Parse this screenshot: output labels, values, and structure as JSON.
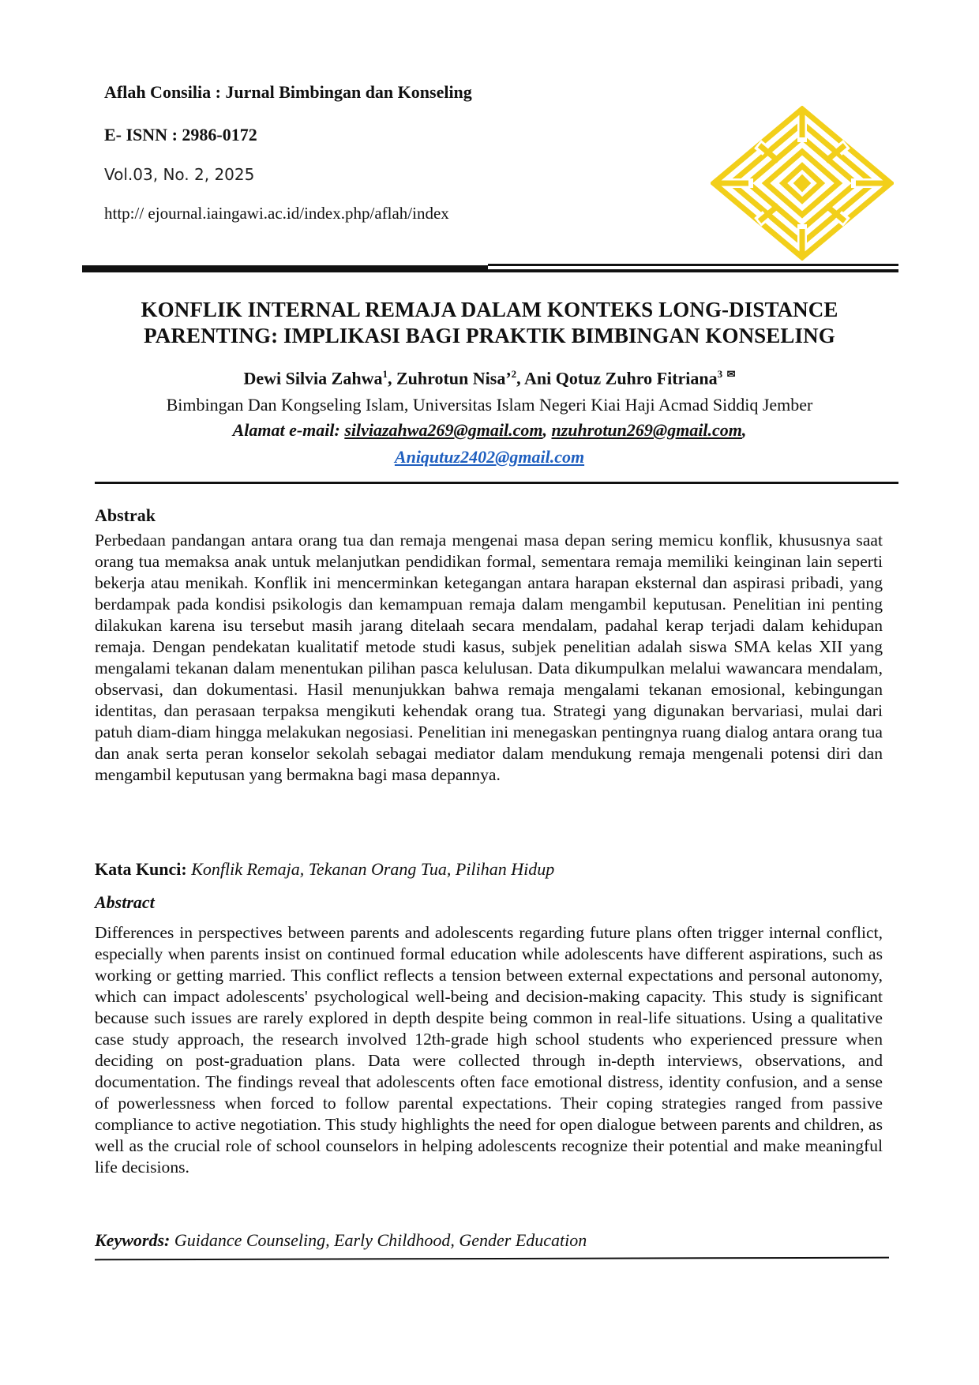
{
  "header": {
    "journal_name": "Aflah Consilia : Jurnal Bimbingan dan Konseling",
    "issn": "E- ISNN : 2986-0172",
    "volume": "Vol.03, No. 2, 2025",
    "url": "http:// ejournal.iaingawi.ac.id/index.php/aflah/index"
  },
  "logo": {
    "icon": "golden-geometric-emblem-icon",
    "color": "#f2cf1a"
  },
  "article": {
    "title_line1": "KONFLIK INTERNAL REMAJA DALAM KONTEKS LONG-DISTANCE",
    "title_line2": "PARENTING: IMPLIKASI BAGI PRAKTIK BIMBINGAN KONSELING",
    "author1": "Dewi Silvia Zahwa",
    "author1_sup": "1",
    "sep1": ", ",
    "author2": "Zuhrotun Nisa’",
    "author2_sup": "2",
    "sep2": ", ",
    "author3": "Ani Qotuz Zuhro Fitriana",
    "author3_sup": "3",
    "mail_icon": "✉",
    "affiliation": "Bimbingan Dan Kongseling Islam, Universitas Islam Negeri Kiai Haji Acmad Siddiq Jember",
    "email_label": "Alamat e-mail: ",
    "email1": "silviazahwa269@gmail.com",
    "email_sep": ", ",
    "email2": "nzuhrotun269@gmail.com",
    "email_end": ",",
    "email3": "Aniqutuz2402@gmail.com"
  },
  "abstrak": {
    "heading": "Abstrak",
    "text": "Perbedaan pandangan antara orang tua dan remaja mengenai masa depan sering memicu konflik, khususnya saat orang tua memaksa anak untuk melanjutkan pendidikan formal, sementara remaja memiliki keinginan lain seperti bekerja atau menikah. Konflik ini mencerminkan ketegangan antara harapan eksternal dan aspirasi pribadi, yang berdampak pada kondisi psikologis dan kemampuan remaja dalam mengambil keputusan. Penelitian ini penting dilakukan karena isu tersebut masih jarang ditelaah secara mendalam, padahal kerap terjadi dalam kehidupan remaja. Dengan pendekatan kualitatif metode studi kasus, subjek penelitian adalah siswa SMA kelas XII yang mengalami tekanan dalam menentukan pilihan pasca kelulusan. Data dikumpulkan melalui wawancara mendalam, observasi, dan dokumentasi. Hasil menunjukkan bahwa remaja mengalami tekanan emosional, kebingungan identitas, dan perasaan terpaksa mengikuti kehendak orang tua. Strategi yang digunakan bervariasi, mulai dari patuh diam-diam hingga melakukan negosiasi. Penelitian ini menegaskan pentingnya ruang dialog antara orang tua dan anak serta peran konselor sekolah sebagai mediator dalam mendukung remaja mengenali potensi diri dan mengambil keputusan yang bermakna bagi masa depannya.",
    "kw_label": "Kata Kunci:",
    "kw_values": " Konflik Remaja, Tekanan Orang Tua, Pilihan Hidup"
  },
  "abstract": {
    "heading": "Abstract",
    "text": "Differences in perspectives between parents and adolescents regarding future plans often trigger internal conflict, especially when parents insist on continued formal education while adolescents have different aspirations, such as working or getting married. This conflict reflects a tension between external expectations and personal autonomy, which can impact adolescents' psychological well-being and decision-making capacity. This study is significant because such issues are rarely explored in depth despite being common in real-life situations. Using a qualitative case study approach, the research involved 12th-grade high school students who experienced pressure when deciding on post-graduation plans. Data were collected through in-depth interviews, observations, and documentation. The findings reveal that adolescents often face emotional distress, identity confusion, and a sense of powerlessness when forced to follow parental expectations. Their coping strategies ranged from passive compliance to active negotiation. This study highlights the need for open dialogue between parents and children, as well as the crucial role of school counselors in helping adolescents recognize their potential and make meaningful life decisions.",
    "kw_label": "Keywords:",
    "kw_values": " Guidance Counseling, Early Childhood, Gender Education"
  }
}
